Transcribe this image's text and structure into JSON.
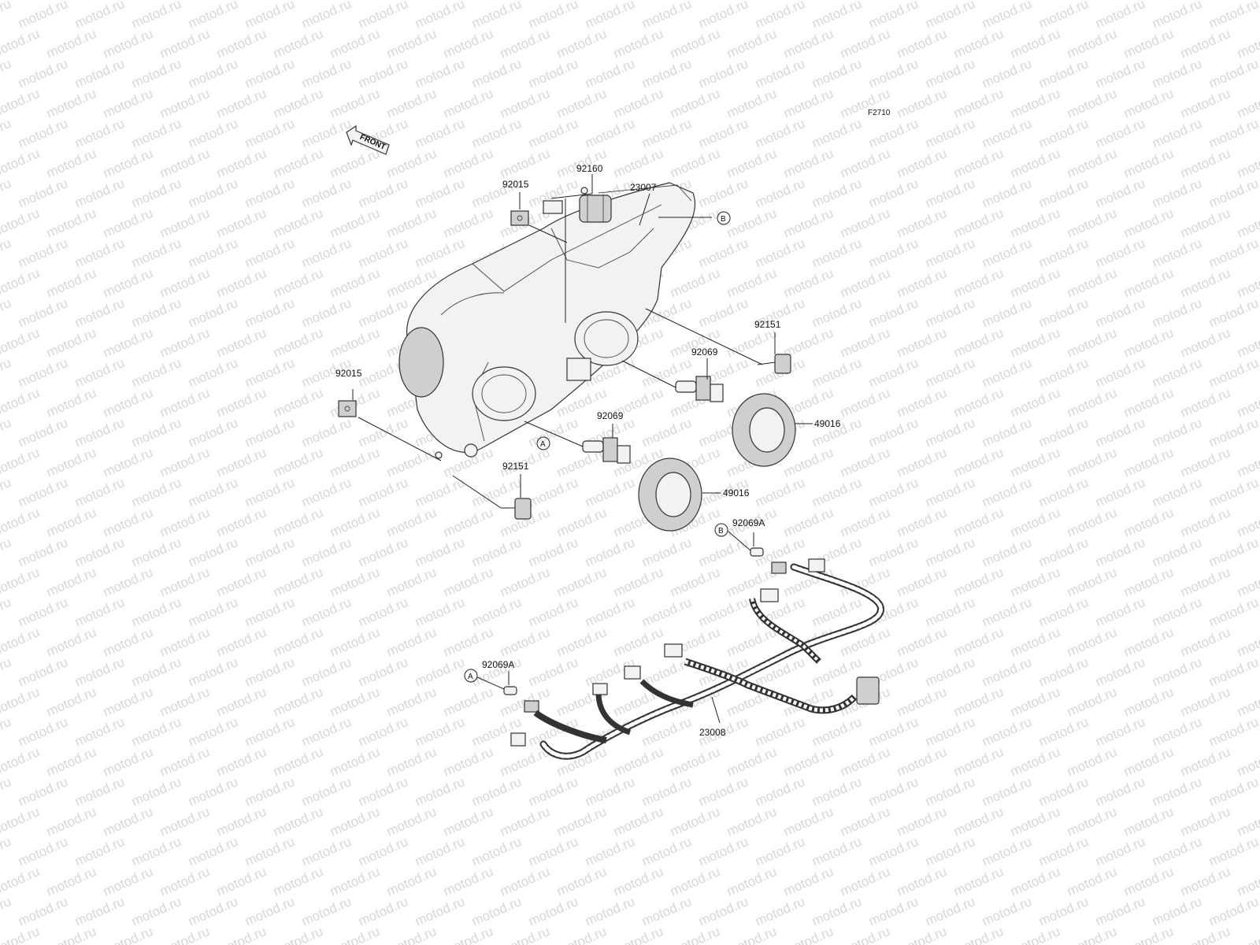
{
  "diagram": {
    "code": "F2710",
    "front_label": "FRONT",
    "watermark": "motod.ru",
    "ref_markers": [
      "A",
      "B"
    ],
    "part_numbers": {
      "headlight_assembly": "23007",
      "grommet": "92160",
      "nut_clip_upper": "92015",
      "nut_clip_left": "92015",
      "bolt_right": "92151",
      "bolt_left": "92151",
      "bulb_right": "92069",
      "bulb_left": "92069",
      "cap_right": "49016",
      "cap_left": "49016",
      "bulb_small_b": "92069A",
      "bulb_small_a": "92069A",
      "wiring_harness": "23008"
    }
  }
}
